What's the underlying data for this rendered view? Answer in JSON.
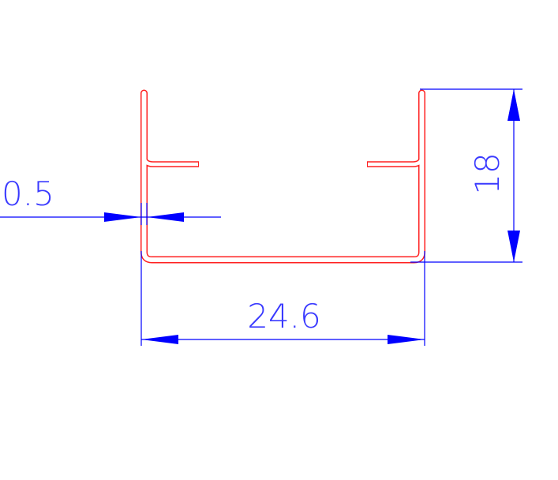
{
  "drawing": {
    "dimensions": {
      "thickness": "0.5",
      "width": "24.6",
      "height": "18"
    },
    "colors": {
      "profile": "#ff0000",
      "dimension": "#0000ff"
    }
  }
}
